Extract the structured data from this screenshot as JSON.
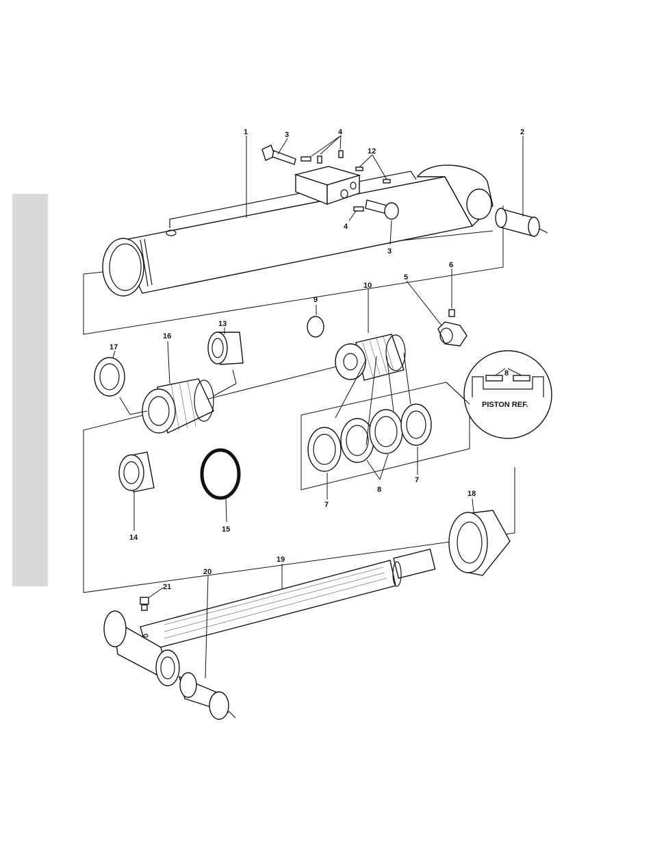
{
  "callouts": {
    "c1": "1",
    "c2": "2",
    "c3a": "3",
    "c3b": "3",
    "c4a": "4",
    "c4b": "4",
    "c5": "5",
    "c6": "6",
    "c7a": "7",
    "c7b": "7",
    "c8a": "8",
    "c8b": "8",
    "c9": "9",
    "c10": "10",
    "c12": "12",
    "c13": "13",
    "c14": "14",
    "c15": "15",
    "c16": "16",
    "c17": "17",
    "c18": "18",
    "c19": "19",
    "c20": "20",
    "c21": "21"
  },
  "detail": {
    "label": "PISTON REF."
  }
}
